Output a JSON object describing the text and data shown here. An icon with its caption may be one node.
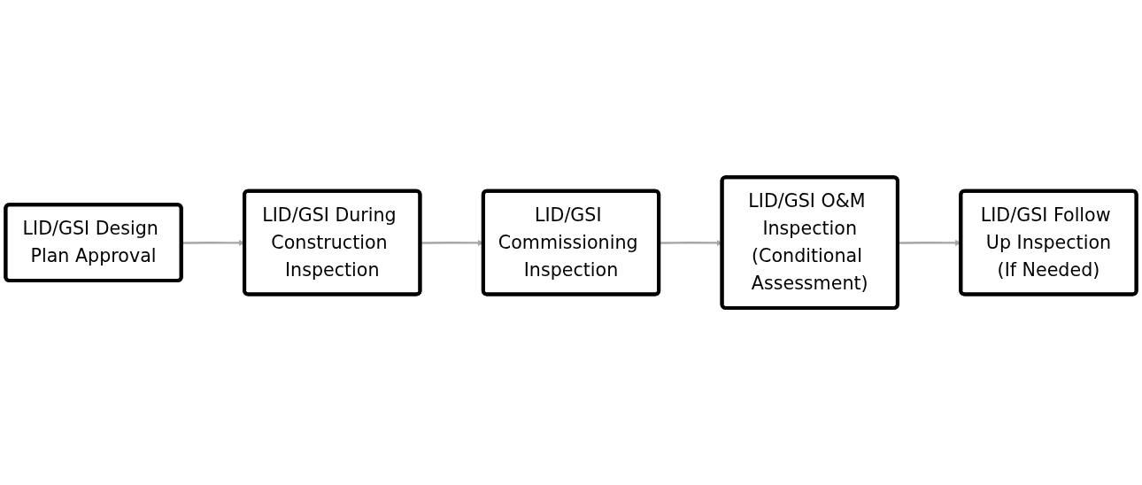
{
  "diagram": {
    "nodes": [
      {
        "text": [
          "LID/GSI Design Plan Approval"
        ]
      },
      {
        "text": [
          "LID/GSI During Construction Inspection"
        ]
      },
      {
        "text": [
          "LID/GSI Commissioning Inspection"
        ]
      },
      {
        "text": [
          "LID/GSI O&M Inspection",
          "(Conditional Assessment)"
        ]
      },
      {
        "text": [
          "LID/GSI Follow Up Inspection",
          "(If Needed)"
        ]
      }
    ],
    "edges": [
      {
        "from": 0,
        "to": 1,
        "arrow": "to"
      },
      {
        "from": 1,
        "to": 2,
        "arrow": "to"
      },
      {
        "from": 2,
        "to": 3,
        "arrow": "to"
      },
      {
        "from": 3,
        "to": 4,
        "arrow": "to"
      }
    ]
  }
}
